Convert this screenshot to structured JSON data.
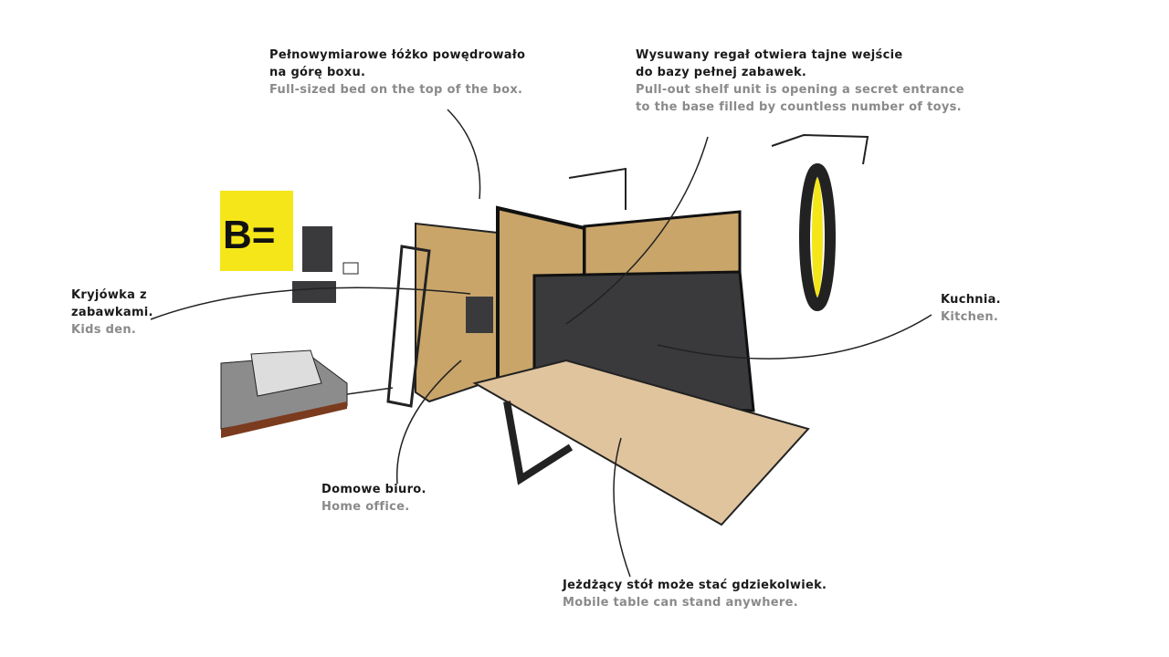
{
  "colors": {
    "osb": "#c9a56a",
    "dark": "#3a3a3c",
    "yellow": "#f5e61a",
    "table": "#e0c49e",
    "sofa": "#8c8c8c",
    "wood": "#7a3b1e"
  },
  "logo": {
    "text": "B="
  },
  "annotations": {
    "bed": {
      "pl": [
        "Pełnowymiarowe łóżko powędrowało",
        "na górę boxu."
      ],
      "en": [
        "Full-sized bed on the top of the box."
      ]
    },
    "shelf": {
      "pl": [
        "Wysuwany regał otwiera tajne wejście",
        "do bazy pełnej zabawek."
      ],
      "en": [
        "Pull-out shelf unit is opening a secret entrance",
        "to the base filled by countless number of toys."
      ]
    },
    "den": {
      "pl": [
        "Kryjówka z",
        "zabawkami."
      ],
      "en": [
        "Kids den."
      ]
    },
    "kitchen": {
      "pl": [
        "Kuchnia."
      ],
      "en": [
        "Kitchen."
      ]
    },
    "office": {
      "pl": [
        "Domowe biuro."
      ],
      "en": [
        "Home office."
      ]
    },
    "table": {
      "pl": [
        "Jeżdżący stół może stać gdziekolwiek."
      ],
      "en": [
        "Mobile table can stand anywhere."
      ]
    }
  }
}
